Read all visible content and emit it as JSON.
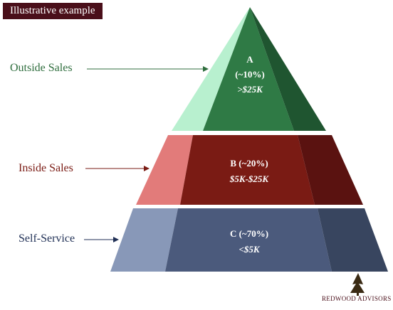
{
  "tag": "Illustrative example",
  "labels": {
    "outside": "Outside Sales",
    "inside": "Inside Sales",
    "self": "Self-Service"
  },
  "tiers": {
    "a": {
      "line1": "A",
      "line2": "(~10%)",
      "line3": ">$25K"
    },
    "b": {
      "line1": "B (~20%)",
      "line2": "$5K-$25K"
    },
    "c": {
      "line1": "C (~70%)",
      "line2": "<$5K"
    }
  },
  "logo": {
    "text": "REDWOOD ADVISORS"
  },
  "colors": {
    "green_light": "#b8f0cf",
    "green_mid": "#2f7a45",
    "green_dark": "#1f5530",
    "red_light": "#e27b7a",
    "red_mid": "#7a1b14",
    "red_dark": "#5a1210",
    "blue_light": "#8898b8",
    "blue_mid": "#4b5a7c",
    "blue_dark": "#38455f",
    "outside_label": "#2f6e3e",
    "inside_label": "#7a1b14",
    "self_label": "#1f2f55"
  }
}
